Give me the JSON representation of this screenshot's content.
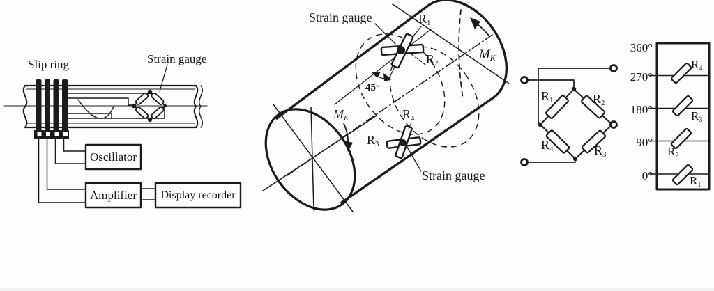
{
  "left_diagram": {
    "slip_ring_label": "Slip ring",
    "strain_gauge_label": "Strain gauge",
    "boxes": {
      "oscillator": "Oscillator",
      "amplifier": "Amplifier",
      "display_recorder": "Display recorder"
    }
  },
  "shaft_3d": {
    "strain_gauge_top_label": "Strain gauge",
    "strain_gauge_bottom_label": "Strain gauge",
    "angle_label": "45°",
    "torque_left": {
      "base": "M",
      "sub": "K"
    },
    "torque_right": {
      "base": "M",
      "sub": "K"
    },
    "r1": {
      "base": "R",
      "sub": "1"
    },
    "r2": {
      "base": "R",
      "sub": "2"
    },
    "r3": {
      "base": "R",
      "sub": "3"
    },
    "r4": {
      "base": "R",
      "sub": "4"
    }
  },
  "bridge": {
    "r1": {
      "base": "R",
      "sub": "1"
    },
    "r2": {
      "base": "R",
      "sub": "2"
    },
    "r3": {
      "base": "R",
      "sub": "3"
    },
    "r4": {
      "base": "R",
      "sub": "4"
    }
  },
  "angle_strip": {
    "ticks": [
      {
        "label": "360°"
      },
      {
        "label": "270°"
      },
      {
        "label": "180°"
      },
      {
        "label": "90°"
      },
      {
        "label": "0°"
      }
    ],
    "r4": {
      "base": "R",
      "sub": "4"
    },
    "r3": {
      "base": "R",
      "sub": "3"
    },
    "r2": {
      "base": "R",
      "sub": "2"
    },
    "r1": {
      "base": "R",
      "sub": "1"
    }
  }
}
